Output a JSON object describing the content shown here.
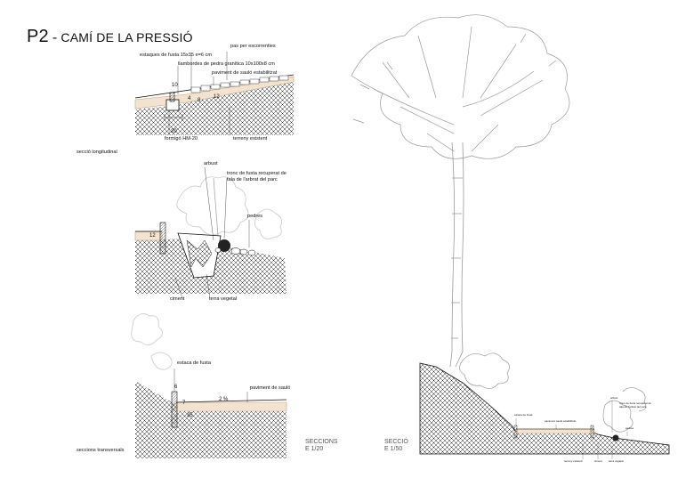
{
  "title": {
    "code": "P2",
    "separator": "-",
    "name": "CAMÍ DE LA PRESSIÓ"
  },
  "detail_longitudinal": {
    "labels": {
      "drainage": "pas per escorrenties",
      "stakes": "estaques de fusta 15x35 e=6 cm",
      "curbs": "llambordes de pedra granítica 10x100x8 cm",
      "paving": "paviment de sauló estabilitzat",
      "concrete": "formigó HM-20",
      "ground": "terreny existent"
    },
    "dimensions": {
      "d10": "10",
      "d4": "4",
      "d8": "8",
      "d12": "12",
      "d20": "20"
    },
    "section_name": "secció longitudinal"
  },
  "detail_cross": {
    "labels": {
      "shrub": "arbust",
      "trunk": "tronc de fusta recuperat de tala de l'arbrat del parc",
      "stones": "pedres",
      "cement": "ciment",
      "soil": "terra vegetal"
    },
    "dimensions": {
      "d12": "12"
    }
  },
  "detail_stake": {
    "labels": {
      "stake": "estaca de fusta",
      "paving": "paviment de sauló"
    },
    "dimensions": {
      "d6": "6",
      "d7": "7",
      "d35": "35",
      "slope": "2 %"
    },
    "section_name": "seccions transversals"
  },
  "scales": {
    "sections_label": "SECCIONS",
    "sections_scale": "E 1/20",
    "section_label": "SECCIÓ",
    "section_scale": "E 1/50"
  },
  "large_section": {
    "labels": {
      "stake": "estaca de fusta",
      "paving": "paviment sauló estabilitzat",
      "shrub": "arbust",
      "trunk": "tronc de fusta recuperat de tala de l'arbrat del parc",
      "stones": "pedres",
      "ground": "terreny existent",
      "cement": "ciment",
      "soil": "terra vegetal"
    }
  },
  "colors": {
    "ink": "#111111",
    "sauló": "#f1e3cf",
    "sauló_line": "#c9a27a",
    "vegetation": "#c8c8c8"
  }
}
